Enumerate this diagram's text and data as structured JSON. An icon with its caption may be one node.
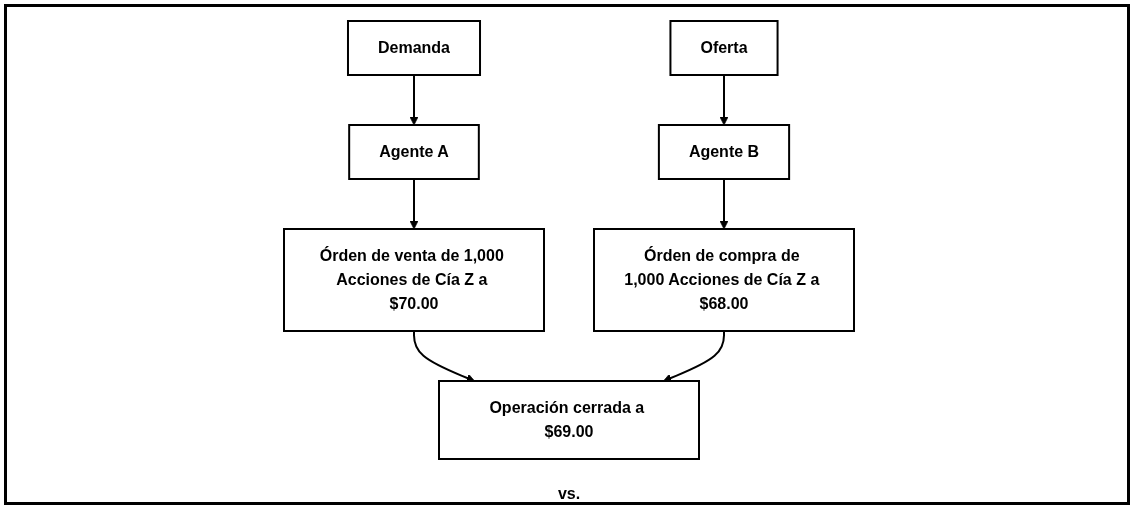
{
  "diagram": {
    "nodes": [
      {
        "text": [
          "Agente A"
        ]
      },
      {
        "text": [
          "Agente B"
        ]
      },
      {
        "text": [
          "Órden de venta de 1,000 Acciones de Cía Z a $70.00"
        ]
      },
      {
        "text": [
          "Oferta"
        ]
      },
      {
        "text": [
          "Demanda"
        ]
      },
      {
        "text": [
          "Órden de compra de 1,000 Acciones de Cía Z a $68.00"
        ]
      },
      {
        "text": [
          "Operación cerrada a $69.00"
        ]
      }
    ],
    "edges": [
      {
        "from": 0,
        "to": 2,
        "arrow": "to"
      },
      {
        "from": 1,
        "to": 5,
        "arrow": "to"
      },
      {
        "from": 3,
        "to": 1,
        "arrow": "to"
      },
      {
        "from": 4,
        "to": 0,
        "arrow": "to"
      },
      {
        "from": 2,
        "to": 6,
        "arrow": "to"
      },
      {
        "from": 5,
        "to": 6,
        "arrow": "to"
      }
    ],
    "labels": [
      "vs."
    ]
  }
}
